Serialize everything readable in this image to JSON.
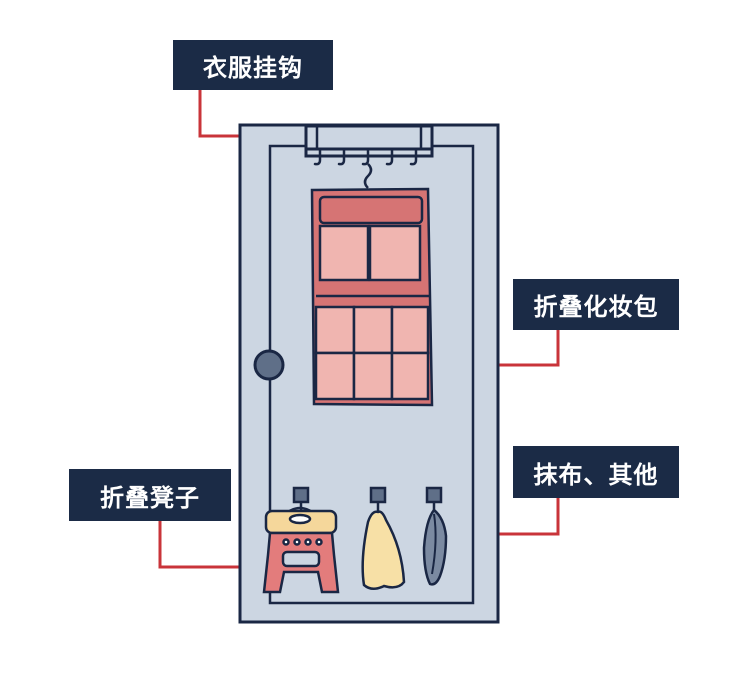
{
  "labels": {
    "hanger_hooks": "衣服挂钩",
    "cosmetic_bag": "折叠化妆包",
    "cloth_other": "抹布、其他",
    "folding_stool": "折叠凳子"
  },
  "colors": {
    "navy": "#1b2b46",
    "door_fill": "#ccd6e2",
    "outline": "#1a2744",
    "leader_red": "#c9343a",
    "bag_dark": "#d67474",
    "bag_light": "#f0b5b0",
    "stool_pink": "#e37c7c",
    "stool_seat": "#f5d79b",
    "towel_yellow": "#f7e0a6",
    "cloth_gray": "#7b8aa1",
    "knob": "#5f6f88"
  }
}
